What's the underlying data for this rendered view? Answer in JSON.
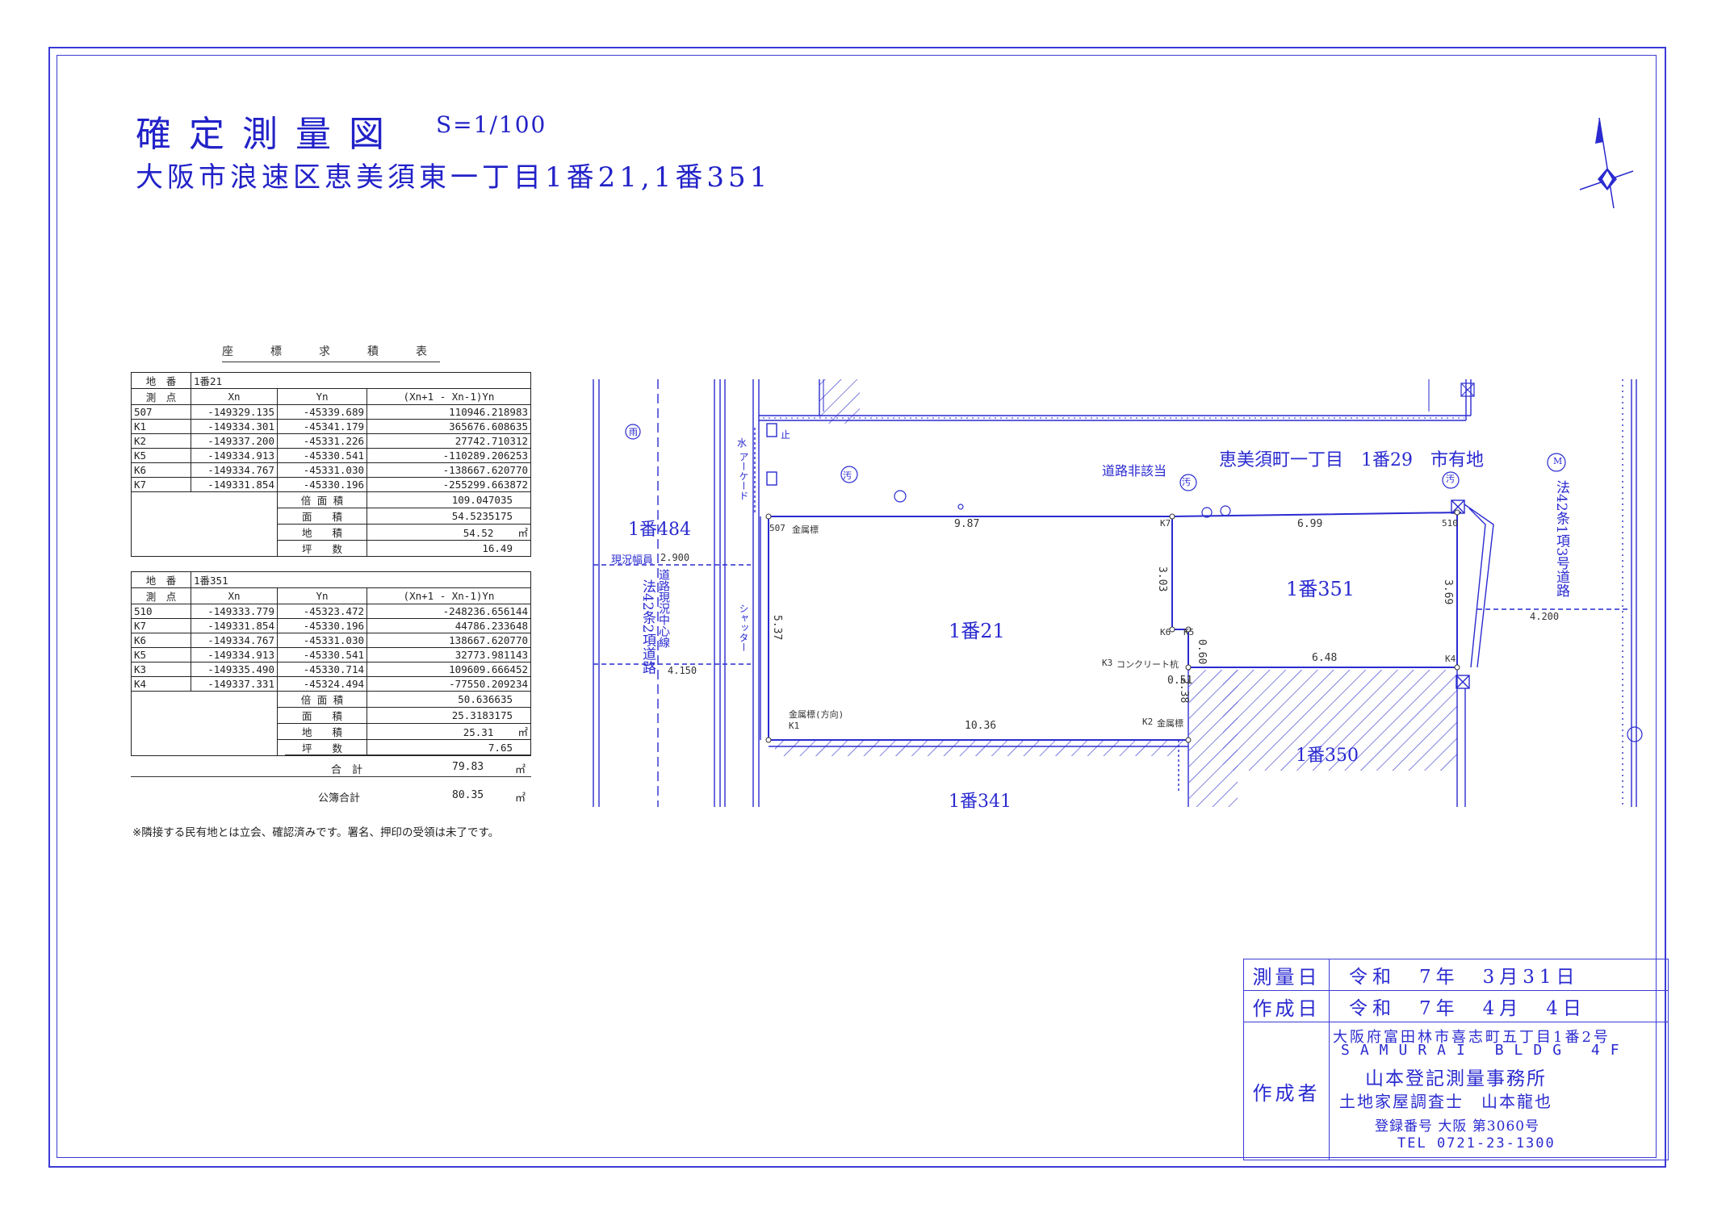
{
  "title": "確定測量図",
  "scale": "S=1/100",
  "address": "大阪市浪速区恵美須東一丁目1番21,1番351",
  "table_caption": "座　標　求　積　表",
  "table_headers": {
    "chiban_label": "地　番",
    "sokuten_label": "測　点",
    "xn": "Xn",
    "yn": "Yn",
    "formula": "(Xn+1 - Xn-1)Yn"
  },
  "table1": {
    "chiban": "1番21",
    "rows": [
      {
        "point": "507",
        "xn": "-149329.135",
        "yn": "-45339.689",
        "val": "110946.218983"
      },
      {
        "point": "K1",
        "xn": "-149334.301",
        "yn": "-45341.179",
        "val": "365676.608635"
      },
      {
        "point": "K2",
        "xn": "-149337.200",
        "yn": "-45331.226",
        "val": "27742.710312"
      },
      {
        "point": "K5",
        "xn": "-149334.913",
        "yn": "-45330.541",
        "val": "-110289.206253"
      },
      {
        "point": "K6",
        "xn": "-149334.767",
        "yn": "-45331.030",
        "val": "-138667.620770"
      },
      {
        "point": "K7",
        "xn": "-149331.854",
        "yn": "-45330.196",
        "val": "-255299.663872"
      }
    ],
    "summary": [
      {
        "label": "倍 面 積",
        "value": "109.047035",
        "unit": ""
      },
      {
        "label": "面　　積",
        "value": "54.5235175",
        "unit": ""
      },
      {
        "label": "地　　積",
        "value": "54.52",
        "unit": "㎡"
      },
      {
        "label": "坪　　数",
        "value": "16.49",
        "unit": ""
      }
    ]
  },
  "table2": {
    "chiban": "1番351",
    "rows": [
      {
        "point": "510",
        "xn": "-149333.779",
        "yn": "-45323.472",
        "val": "-248236.656144"
      },
      {
        "point": "K7",
        "xn": "-149331.854",
        "yn": "-45330.196",
        "val": "44786.233648"
      },
      {
        "point": "K6",
        "xn": "-149334.767",
        "yn": "-45331.030",
        "val": "138667.620770"
      },
      {
        "point": "K5",
        "xn": "-149334.913",
        "yn": "-45330.541",
        "val": "32773.981143"
      },
      {
        "point": "K3",
        "xn": "-149335.490",
        "yn": "-45330.714",
        "val": "109609.666452"
      },
      {
        "point": "K4",
        "xn": "-149337.331",
        "yn": "-45324.494",
        "val": "-77550.209234"
      }
    ],
    "summary": [
      {
        "label": "倍 面 積",
        "value": "50.636635",
        "unit": ""
      },
      {
        "label": "面　　積",
        "value": "25.3183175",
        "unit": ""
      },
      {
        "label": "地　　積",
        "value": "25.31",
        "unit": "㎡"
      },
      {
        "label": "坪　　数",
        "value": "7.65",
        "unit": ""
      }
    ]
  },
  "totals": {
    "sum_label": "合　計",
    "sum_value": "79.83",
    "sum_unit": "㎡",
    "public_label": "公簿合計",
    "public_value": "80.35",
    "public_unit": "㎡"
  },
  "note": "※隣接する民有地とは立会、確認済みです。署名、押印の受領は未了です。",
  "info": {
    "survey_date_label": "測量日",
    "survey_date": "令和　7年　3月31日",
    "created_date_label": "作成日",
    "created_date": "令和　7年　4月　4日",
    "creator_label": "作成者",
    "creator_address": "大阪府富田林市喜志町五丁目1番2号",
    "creator_bldg": "SAMURAI BLDG 4F",
    "creator_office": "山本登記測量事務所",
    "creator_title": "土地家屋調査士　山本龍也",
    "creator_reg": "登録番号 大阪 第3060号",
    "creator_tel": "TEL 0721-23-1300"
  },
  "plan": {
    "lot_main": "1番21",
    "lot_sub": "1番351",
    "lot_west": "1番484",
    "lot_south": "1番341",
    "lot_southeast": "1番350",
    "north_neighbor": "恵美須町一丁目　1番29　市有地",
    "road_not_applicable": "道路非該当",
    "road_west": "法42条2項道路",
    "road_center": "道路現況中心線",
    "road_east": "法42条1項3号道路",
    "current_width": "現況幅員",
    "arcade": "アーケード",
    "shutter": "シャッター",
    "water": "水",
    "stop": "止",
    "sewage": "汚",
    "rain": "雨",
    "meter": "M",
    "dim_w_top": "9.87",
    "dim_e_top": "6.99",
    "dim_w_bottom": "10.36",
    "dim_e_bottom": "6.48",
    "dim_left": "5.37",
    "dim_k7_k6": "3.03",
    "dim_right": "3.69",
    "dim_k5_k3": "0.51",
    "dim_060": "0.60",
    "dim_238": "2.38",
    "dim_2900": "2.900",
    "dim_4150": "4.150",
    "dim_4200": "4.200",
    "pt_507": "507",
    "pt_510": "510",
    "pt_K1": "K1",
    "pt_K2": "K2",
    "pt_K3": "K3",
    "pt_K4": "K4",
    "pt_K5": "K5",
    "pt_K6": "K6",
    "pt_K7": "K7",
    "marker_metal": "金属標",
    "marker_metal_dir": "金属標(方向)",
    "marker_concrete": "コンクリート杭"
  },
  "colors": {
    "ink": "#2a2ad0",
    "frame": "#3b3bd6",
    "table_ink": "#222222"
  }
}
